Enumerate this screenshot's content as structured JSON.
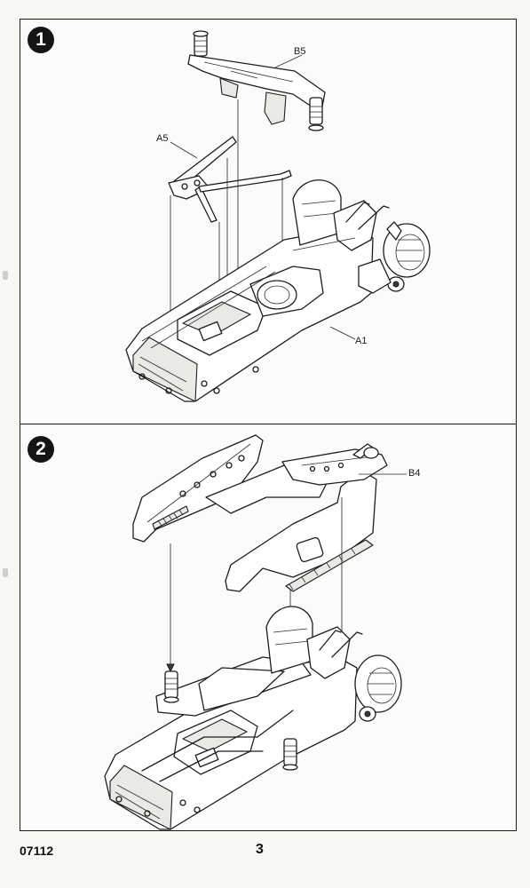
{
  "steps": [
    {
      "number": "1",
      "parts": {
        "top_part": "B5",
        "brace": "A5",
        "chassis": "A1"
      }
    },
    {
      "number": "2",
      "parts": {
        "frame": "B4"
      }
    }
  ],
  "footer": {
    "kit_code": "07112",
    "page_number": "3"
  }
}
